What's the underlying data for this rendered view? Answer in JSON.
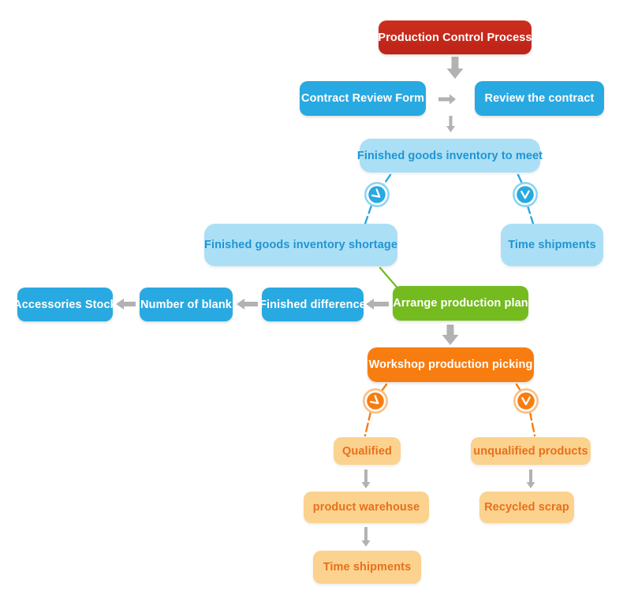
{
  "diagram": {
    "type": "flowchart",
    "title": "Production Control Process",
    "colors": {
      "red": "#C5281C",
      "blue": "#29A9E1",
      "light_blue_bg": "#ABDFF6",
      "light_blue_text": "#2095D2",
      "green": "#74BB1F",
      "orange": "#F87D11",
      "tan_bg": "#FBD28E",
      "tan_text": "#E8701D",
      "arrow_gray": "#B2B2B2"
    },
    "nodes": [
      {
        "id": "production-control-process",
        "label": "Production Control Process",
        "style": "red"
      },
      {
        "id": "contract-review-form",
        "label": "Contract Review Form",
        "style": "blue"
      },
      {
        "id": "review-the-contract",
        "label": "Review the contract",
        "style": "blue"
      },
      {
        "id": "finished-goods-inventory-to-meet",
        "label": "Finished goods inventory to meet",
        "style": "light-blue"
      },
      {
        "id": "finished-goods-inventory-shortage",
        "label": "Finished goods inventory shortage",
        "style": "light-blue"
      },
      {
        "id": "time-shipments-top",
        "label": "Time shipments",
        "style": "light-blue"
      },
      {
        "id": "accessories-stock",
        "label": "Accessories Stock",
        "style": "blue"
      },
      {
        "id": "number-of-blank",
        "label": "Number of blank",
        "style": "blue"
      },
      {
        "id": "finished-difference",
        "label": "Finished difference",
        "style": "blue"
      },
      {
        "id": "arrange-production-plan",
        "label": "Arrange production plan",
        "style": "green"
      },
      {
        "id": "workshop-production-picking",
        "label": "Workshop production picking",
        "style": "orange"
      },
      {
        "id": "qualified",
        "label": "Qualified",
        "style": "tan"
      },
      {
        "id": "unqualified-products",
        "label": "unqualified products",
        "style": "tan"
      },
      {
        "id": "product-warehouse",
        "label": "product warehouse",
        "style": "tan"
      },
      {
        "id": "recycled-scrap",
        "label": "Recycled scrap",
        "style": "tan"
      },
      {
        "id": "time-shipments-bottom",
        "label": "Time shipments",
        "style": "tan"
      }
    ],
    "edges": [
      {
        "from": "production-control-process",
        "to": "contract-review-form",
        "connector": "block-arrow-down"
      },
      {
        "from": "contract-review-form",
        "to": "review-the-contract",
        "connector": "arrow-right"
      },
      {
        "from": "review-the-contract",
        "to": "finished-goods-inventory-to-meet",
        "connector": "arrow-down"
      },
      {
        "from": "finished-goods-inventory-to-meet",
        "to": "finished-goods-inventory-shortage",
        "connector": "clock-line-blue"
      },
      {
        "from": "finished-goods-inventory-to-meet",
        "to": "time-shipments-top",
        "connector": "clock-line-blue"
      },
      {
        "from": "finished-goods-inventory-shortage",
        "to": "arrange-production-plan",
        "connector": "green-line"
      },
      {
        "from": "arrange-production-plan",
        "to": "finished-difference",
        "connector": "arrow-left"
      },
      {
        "from": "finished-difference",
        "to": "number-of-blank",
        "connector": "arrow-left"
      },
      {
        "from": "number-of-blank",
        "to": "accessories-stock",
        "connector": "arrow-left"
      },
      {
        "from": "arrange-production-plan",
        "to": "workshop-production-picking",
        "connector": "block-arrow-down"
      },
      {
        "from": "workshop-production-picking",
        "to": "qualified",
        "connector": "clock-line-orange"
      },
      {
        "from": "workshop-production-picking",
        "to": "unqualified-products",
        "connector": "clock-line-orange"
      },
      {
        "from": "qualified",
        "to": "product-warehouse",
        "connector": "arrow-down"
      },
      {
        "from": "unqualified-products",
        "to": "recycled-scrap",
        "connector": "arrow-down"
      },
      {
        "from": "product-warehouse",
        "to": "time-shipments-bottom",
        "connector": "arrow-down"
      }
    ]
  }
}
